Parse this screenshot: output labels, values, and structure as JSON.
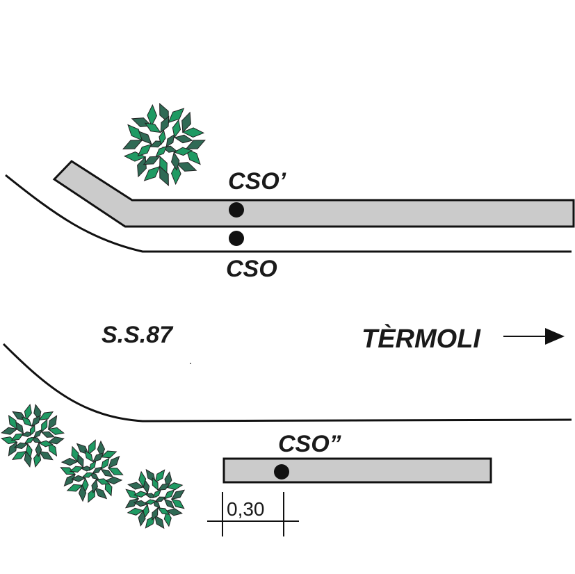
{
  "labels": {
    "cso_prime": "CSO’",
    "cso": "CSO",
    "cso_double_prime": "CSO”",
    "road_name": "S.S.87",
    "direction": "TÈRMOLI",
    "dimension": "0,30"
  },
  "colors": {
    "sidewalk_fill": "#cbcbcb",
    "line": "#111111",
    "leaf_dark": "#2f6a55",
    "leaf_light": "#1f9a63",
    "point": "#111111"
  },
  "icons": {
    "direction_arrow": "arrow-right-icon",
    "tree": "shrub-icon"
  }
}
